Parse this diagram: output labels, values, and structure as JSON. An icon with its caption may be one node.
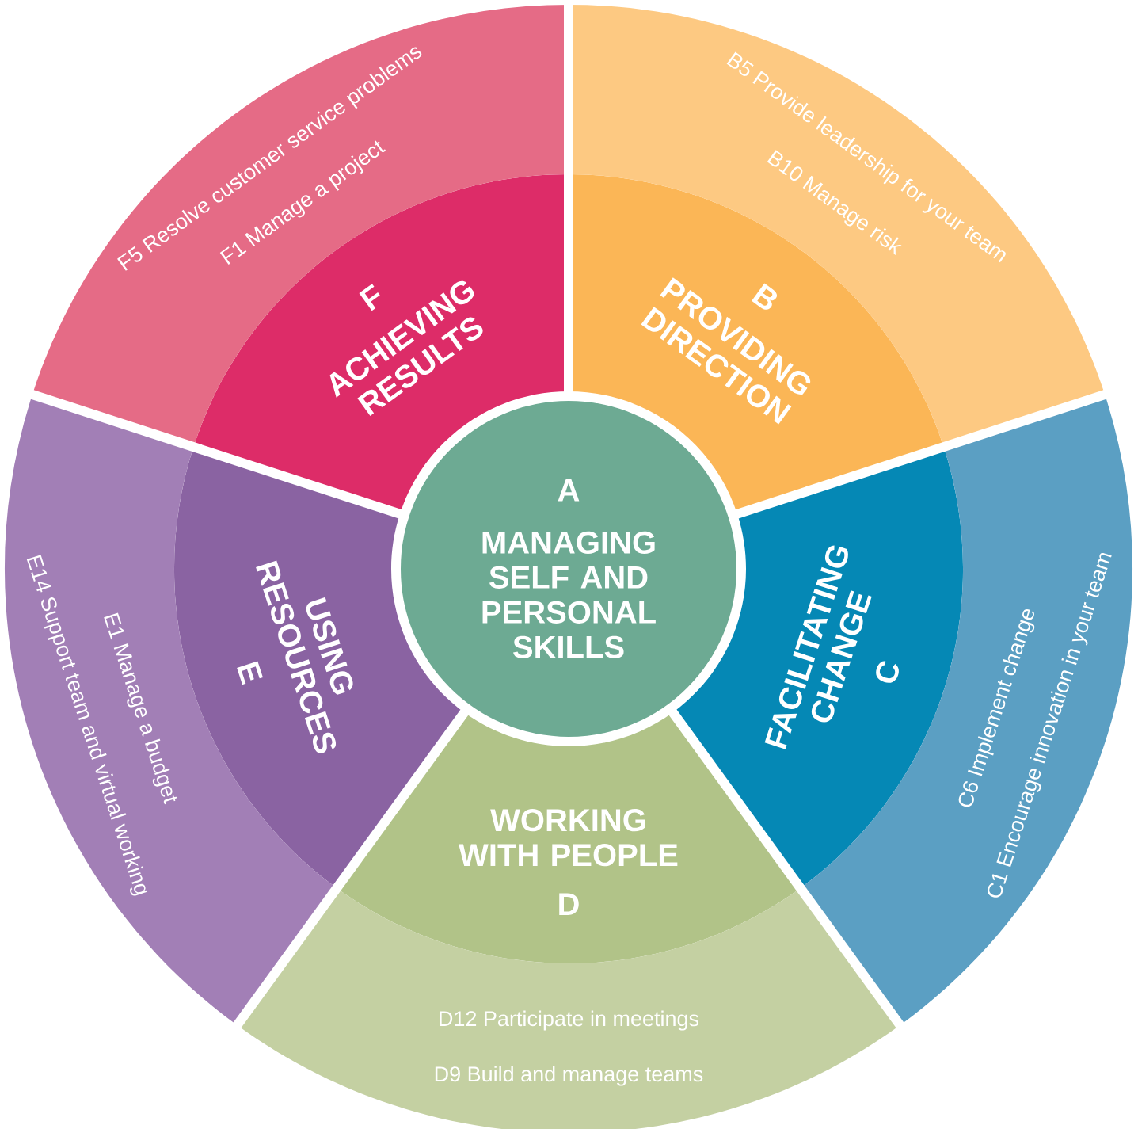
{
  "diagram": {
    "nodes": [
      {
        "text": [
          "A",
          "MANAGING SELF AND PERSONAL SKILLS"
        ]
      },
      {
        "text": [
          "B",
          "PROVIDING DIRECTION"
        ]
      },
      {
        "text": [
          "B5 Provide leadership for your team",
          "B10 Manage risk"
        ]
      },
      {
        "text": [
          "FACILITATING CHANGE",
          "C"
        ]
      },
      {
        "text": [
          "C6 Implement change",
          "C1 Encourage innovation in your team"
        ]
      },
      {
        "text": [
          "WORKING WITH PEOPLE",
          "D"
        ]
      },
      {
        "text": [
          "D12 Participate in meetings",
          "D9 Build and manage teams"
        ]
      },
      {
        "text": [
          "USING RESOURCES",
          "E"
        ]
      },
      {
        "text": [
          "E1 Manage a budget",
          "E14 Support team and virtual working"
        ]
      },
      {
        "text": [
          "F",
          "ACHIEVING RESULTS"
        ]
      },
      {
        "text": [
          "F5 Resolve customer service problems",
          "F1 Manage a project"
        ]
      }
    ]
  }
}
